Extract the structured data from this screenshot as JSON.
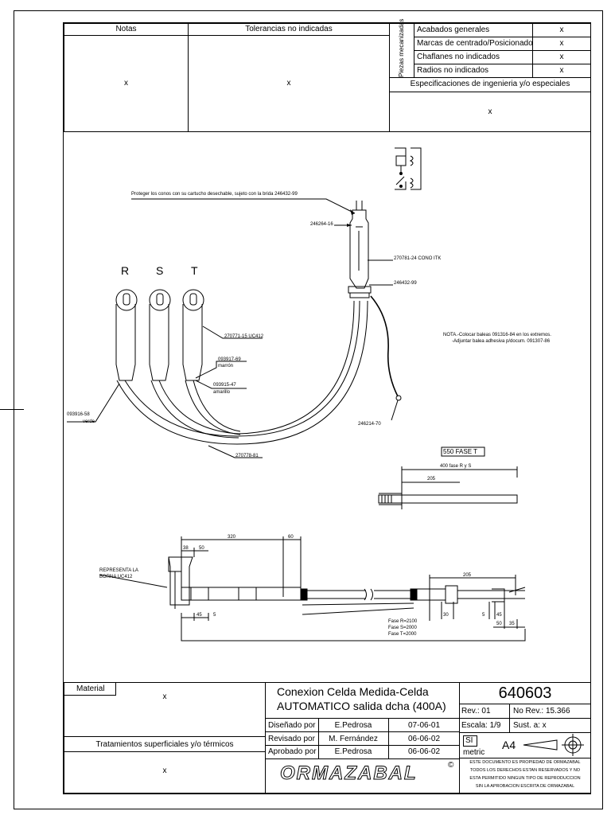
{
  "header": {
    "notas_label": "Notas",
    "notas_value": "x",
    "tolerancias_label": "Tolerancias no indicadas",
    "tolerancias_value": "x",
    "piezas_label": "Piezas mecanizadas",
    "rows": [
      {
        "label": "Acabados generales",
        "value": "x"
      },
      {
        "label": "Marcas de centrado/Posicionado",
        "value": "x"
      },
      {
        "label": "Chaflanes no indicados",
        "value": "x"
      },
      {
        "label": "Radios no indicados",
        "value": "x"
      }
    ],
    "especificaciones_label": "Especificaciones de ingenieria y/o especiales",
    "especificaciones_value": "x"
  },
  "drawing": {
    "note_top": "Proteger los conos con su cartucho desechable, sujeto con la brida 246432-99",
    "phase_labels": [
      "R",
      "S",
      "T"
    ],
    "parts": {
      "p246264": "246264-16",
      "p270781": "270781-24 CONO ITK",
      "p246432": "246432-99",
      "p270771": "270771-15 UC412",
      "p093917": "093917-69",
      "marron": "marrón",
      "p093915": "093915-47",
      "amarillo": "amarillo",
      "p093916": "093916-58",
      "verde": "verde",
      "p246214": "246214-70",
      "p270778": "270778-81"
    },
    "nota_line1": "NOTA.-Colocar baleas 091316-84 en los extremos.",
    "nota_line2": "-Adjuntar balea adhesiva p/docum. 091307-86",
    "fase_box": "550 FASE T",
    "dim_400": "400 fase R y S",
    "dim_205a": "205",
    "dim_320": "320",
    "dim_60": "60",
    "dim_38": "38",
    "dim_50": "50",
    "dim_45a": "45",
    "dim_5a": "5",
    "dim_205b": "205",
    "dim_30": "30",
    "dim_5b": "5",
    "dim_45b": "45",
    "dim_50b": "50",
    "dim_35": "35",
    "representa": [
      "REPRESENTA LA",
      "BORNA UC412"
    ],
    "fases": [
      "Fase R=2100",
      "Fase S=2000",
      "Fase T=2000"
    ]
  },
  "titleblock": {
    "material_label": "Material",
    "material_value": "x",
    "tratamientos_label": "Tratamientos superficiales y/o térmicos",
    "tratamientos_value": "x",
    "title_line1": "Conexion Celda Medida-Celda",
    "title_line2": "AUTOMATICO salida dcha (400A)",
    "drawing_number": "640603",
    "rev": "Rev.: 01",
    "no_rev": "No Rev.: 15.366",
    "escala": "Escala: 1/9",
    "sust": "Sust. a: x",
    "si": "SI",
    "metric": "metric",
    "format": "A4",
    "disenado_label": "Diseñado por",
    "disenado_name": "E.Pedrosa",
    "disenado_date": "07-06-01",
    "revisado_label": "Revisado por",
    "revisado_name": "M. Fernández",
    "revisado_date": "06-06-02",
    "aprobado_label": "Aprobado por",
    "aprobado_name": "E.Pedrosa",
    "aprobado_date": "06-06-02",
    "company": "ORMAZABAL",
    "copyright": "©",
    "legal": [
      "ESTE DOCUMENTO ES PROPIEDAD DE ORMAZABAL",
      "TODOS LOS DERECHOS ESTAN RESERVADOS Y NO",
      "ESTA PERMITIDO NINGUN TIPO DE REPRODUCCION",
      "SIN LA APROBACION ESCRITA DE ORMAZABAL"
    ]
  }
}
